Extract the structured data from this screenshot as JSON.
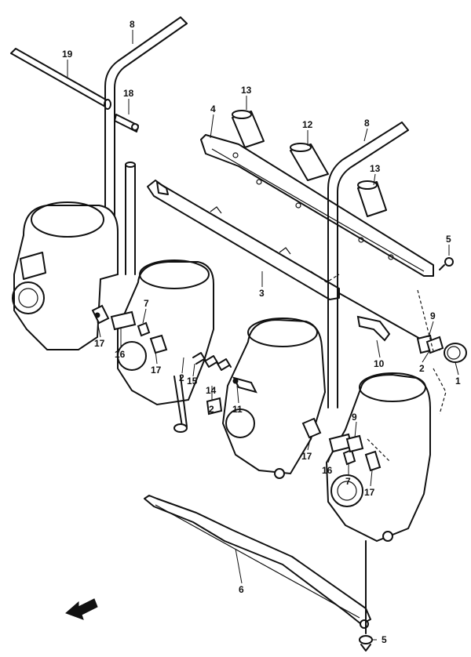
{
  "callouts": {
    "c1": "1",
    "c2a": "2",
    "c2b": "2",
    "c2c": "2",
    "c3": "3",
    "c4": "4",
    "c5a": "5",
    "c5b": "5",
    "c6": "6",
    "c7a": "7",
    "c7b": "7",
    "c8a": "8",
    "c8b": "8",
    "c9a": "9",
    "c9b": "9",
    "c10": "10",
    "c11": "11",
    "c12": "12",
    "c13a": "13",
    "c13b": "13",
    "c14": "14",
    "c15": "15",
    "c16a": "16",
    "c16b": "16",
    "c17a": "17",
    "c17b": "17",
    "c17c": "17",
    "c17d": "17",
    "c18": "18",
    "c19": "19"
  },
  "icons": {
    "front_arrow": "front-direction-arrow-icon"
  }
}
